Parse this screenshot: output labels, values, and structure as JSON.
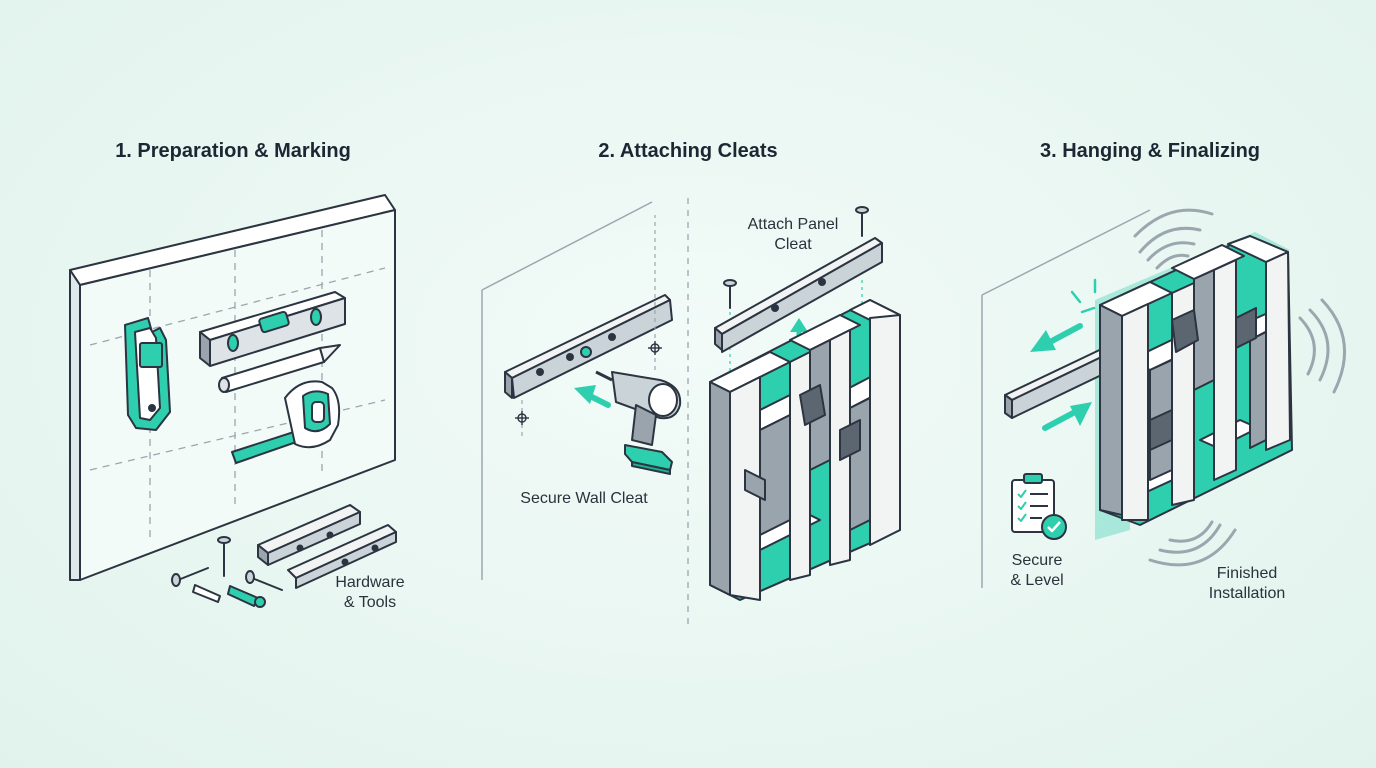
{
  "panels": [
    {
      "title": "1. Preparation & Marking",
      "labels": [
        "Hardware",
        "& Tools"
      ]
    },
    {
      "title": "2. Attaching Cleats",
      "labels": [
        "Attach Panel",
        "Cleat",
        "Secure Wall Cleat"
      ]
    },
    {
      "title": "3. Hanging & Finalizing",
      "labels": [
        "Secure",
        "& Level",
        "Finished",
        "Installation"
      ]
    }
  ],
  "colors": {
    "background": "#e8f6f1",
    "accent": "#2ecfae",
    "line": "#2b3440",
    "metal": "#c9d3d8",
    "wood": "#f2f4f4",
    "wood_side": "#9aa4ac"
  },
  "icons": [
    "stud-finder-icon",
    "spirit-level-icon",
    "pencil-icon",
    "tape-measure-icon",
    "screw-icon",
    "wall-anchor-icon",
    "cleat-icon",
    "drill-icon",
    "clipboard-checklist-icon",
    "sound-wave-icon"
  ]
}
